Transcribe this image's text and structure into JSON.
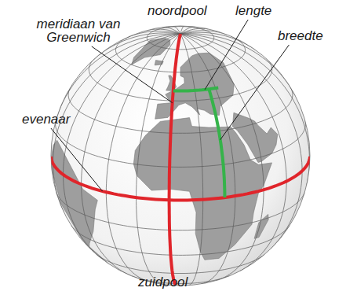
{
  "diagram": {
    "labels": [
      "noordpool",
      "lengte",
      "meridiaan van Greenwich",
      "breedte",
      "evenaar",
      "zuidpool"
    ]
  }
}
